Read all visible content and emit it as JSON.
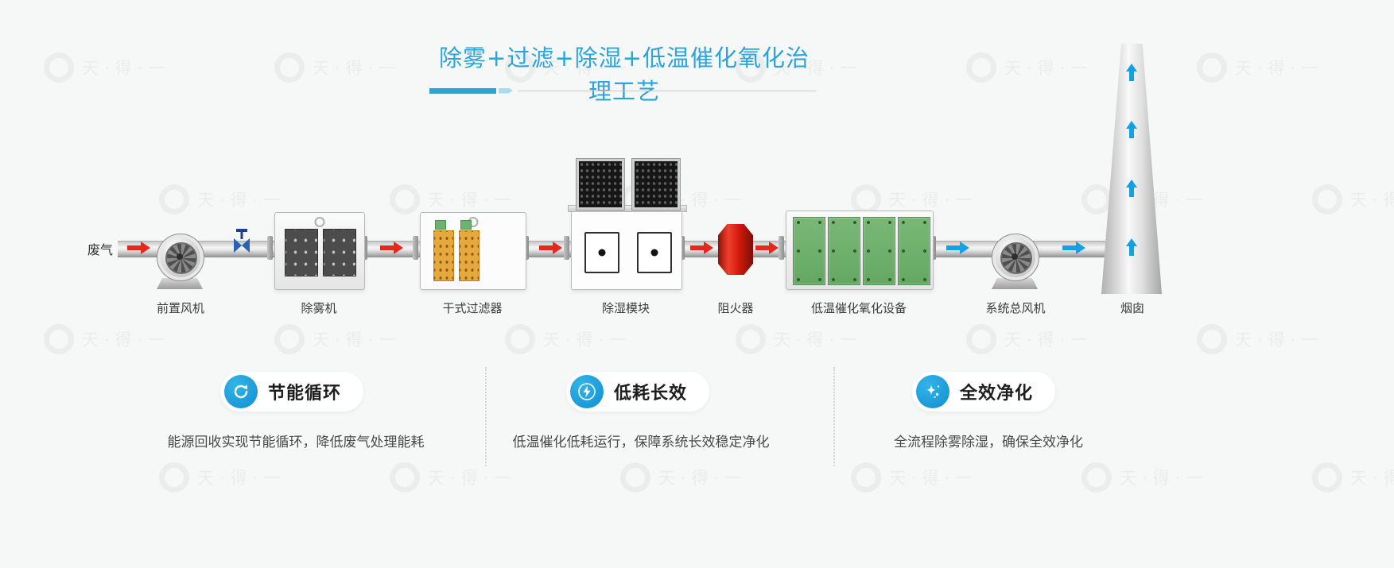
{
  "watermark": {
    "text": "天·得·一"
  },
  "header": {
    "title": "除雾+过滤+除湿+低温催化氧化治理工艺"
  },
  "colors": {
    "title_blue": "#2ba3db",
    "arrow_hot_red": "#e5281b",
    "arrow_clean_blue": "#14a0e4",
    "panel_green": "#6fb26d",
    "panel_orange": "#e7a83e",
    "flame_arrester_red": "#d1190b",
    "feature_icon_blue": "#1ba1dd"
  },
  "diagram": {
    "inlet_label": "废气",
    "labels": {
      "pre_fan": "前置风机",
      "demister": "除雾机",
      "dry_filter": "干式过滤器",
      "dehumidifier": "除湿模块",
      "flame_arrester": "阻火器",
      "catalytic": "低温催化氧化设备",
      "main_fan": "系统总风机",
      "chimney": "烟囱"
    }
  },
  "features": [
    {
      "icon": "recycle-icon",
      "title": "节能循环",
      "desc": "能源回收实现节能循环，降低废气处理能耗"
    },
    {
      "icon": "bolt-icon",
      "title": "低耗长效",
      "desc": "低温催化低耗运行，保障系统长效稳定净化"
    },
    {
      "icon": "sparkle-icon",
      "title": "全效净化",
      "desc": "全流程除雾除湿，确保全效净化"
    }
  ]
}
